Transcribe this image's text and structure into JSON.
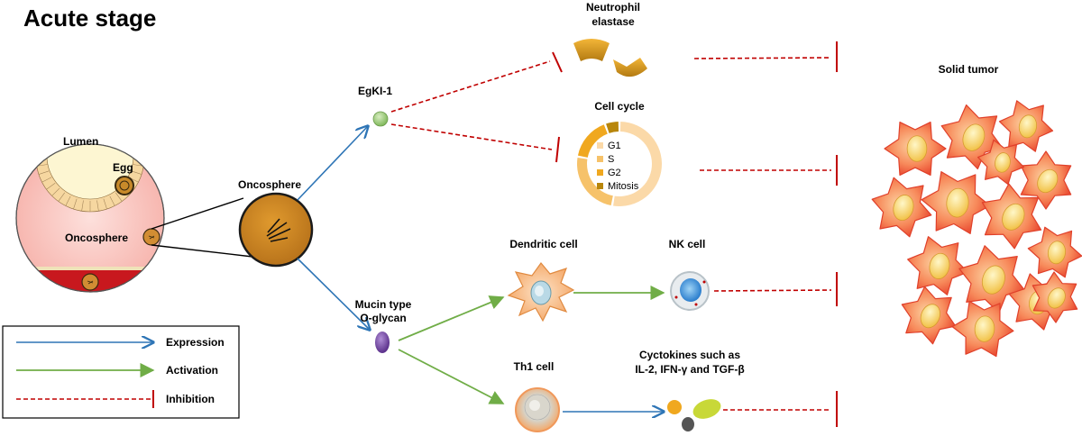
{
  "title": "Acute stage",
  "labels": {
    "lumen": "Lumen",
    "egg": "Egg",
    "oncosphere_small": "Oncosphere",
    "oncosphere_big": "Oncosphere",
    "egki": "EgKI-1",
    "mucin_line1": "Mucin type",
    "mucin_line2": "O-glycan",
    "neutrophil_line1": "Neutrophil",
    "neutrophil_line2": "elastase",
    "cell_cycle": "Cell cycle",
    "dendritic": "Dendritic cell",
    "nk": "NK cell",
    "th1": "Th1 cell",
    "cytokines_line1": "Cyctokines such as",
    "cytokines_line2": "IL-2, IFN-γ and TGF-β",
    "solid_tumor": "Solid tumor"
  },
  "cell_cycle_legend": [
    "G1",
    "S",
    "G2",
    "Mitosis"
  ],
  "legend": {
    "expression": "Expression",
    "activation": "Activation",
    "inhibition": "Inhibition"
  },
  "colors": {
    "expression": "#2e75b6",
    "activation": "#70ad47",
    "inhibition": "#c00000",
    "g1": "#fbd9a8",
    "s": "#f6c26a",
    "g2": "#f0a81f",
    "mitosis": "#b8860b"
  }
}
